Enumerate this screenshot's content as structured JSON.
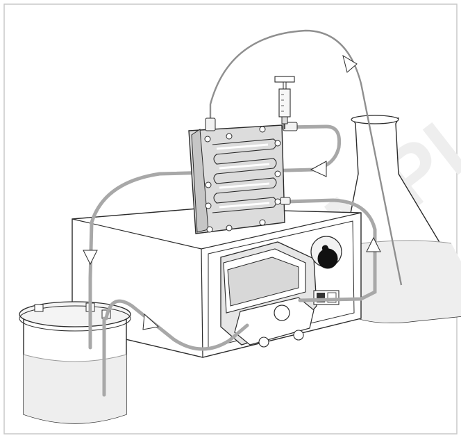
{
  "watermark": {
    "text": "SAMPLE DUPLICATE",
    "color": "#eeeeee"
  },
  "colors": {
    "background": "#ffffff",
    "outline": "#2b2b2b",
    "tubing": "#a8a8a8",
    "device_fill": "#ffffff",
    "cell_fill": "#dcdcdc",
    "liquid": "#cfcfcf",
    "knob": "#111111",
    "frame_border": "#c8c8c8"
  },
  "components": [
    "electrochemical-flow-cell",
    "syringe",
    "peristaltic-pump",
    "speed-knob",
    "beaker-reservoir",
    "erlenmeyer-flask",
    "flow-arrows"
  ]
}
